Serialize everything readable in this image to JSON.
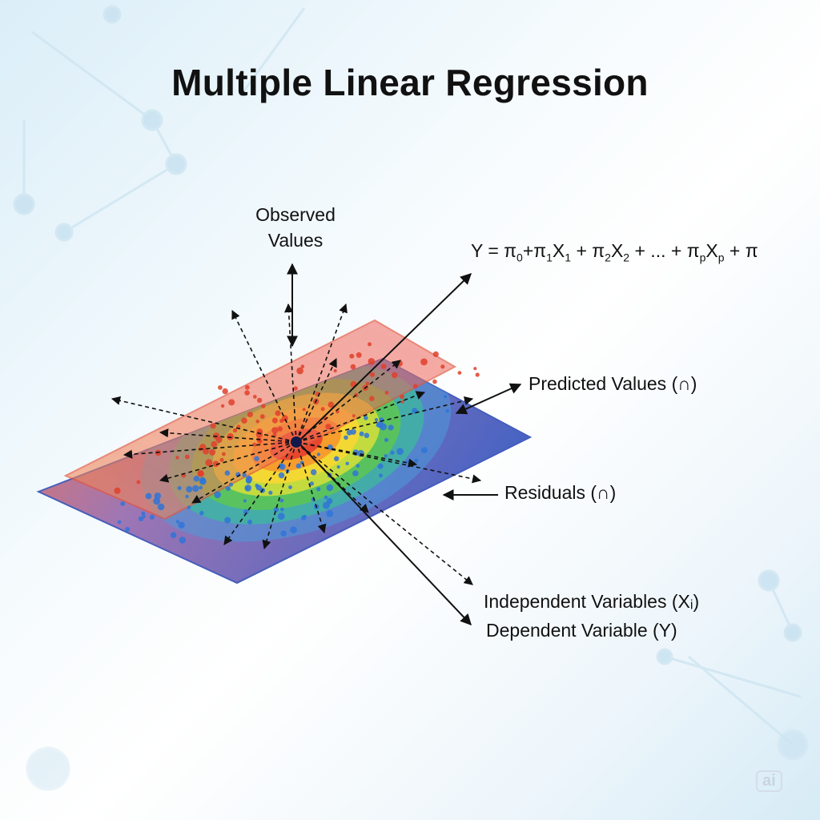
{
  "title": "Multiple Linear Regression",
  "labels": {
    "observed": "Observed Values",
    "formula": "Y = π₀+π₁X₁ + π₂X₂ + ... + πₚXₚ + π",
    "predicted": "Predicted Values (∩)",
    "residuals": "Residuals (∩)",
    "independent": "Independent Variables (Xᵢ)",
    "dependent": "Dependent Variable (Y)"
  },
  "formula_parts": {
    "lhs": "Y = ",
    "b0": "π",
    "b0_sub": "0",
    "b1": "+π",
    "b1_sub": "1",
    "x1": "X",
    "x1_sub": "1",
    "b2": " + π",
    "b2_sub": "2",
    "x2": "X",
    "x2_sub": "2",
    "ellipsis": " + ... + π",
    "bp_sub": "p",
    "xp": "X",
    "xp_sub": "p",
    "error": " + π"
  },
  "watermark": "ai",
  "colors": {
    "plane_bottom": "#4a64c8",
    "plane_top": "#e8704f",
    "points_red": "#e0402c",
    "points_blue": "#2f74d8",
    "arrows": "#111111",
    "background": "#eaf5fb"
  },
  "icons": {
    "center": "convergence-point",
    "arrows": "arrow-icon"
  }
}
